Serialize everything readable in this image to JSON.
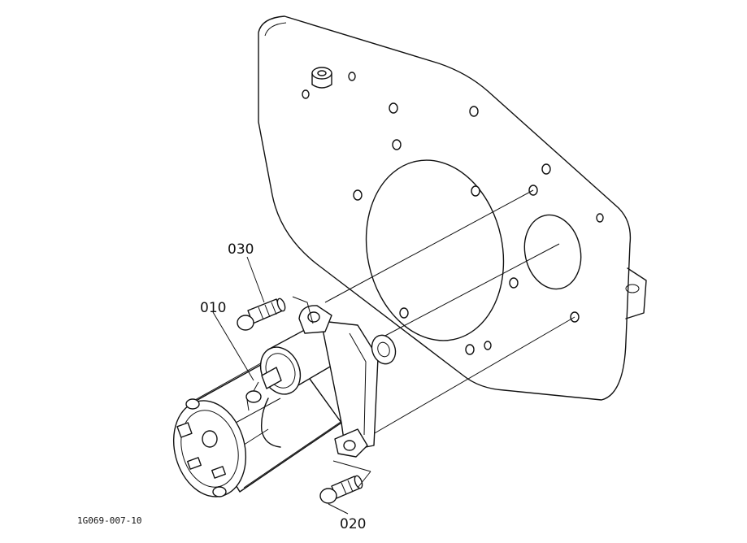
{
  "callouts": {
    "starter": "010",
    "bolt_lower": "020",
    "bolt_upper": "030"
  },
  "figure_code": "1G069-007-10",
  "colors": {
    "line": "#111111",
    "background": "#ffffff"
  }
}
